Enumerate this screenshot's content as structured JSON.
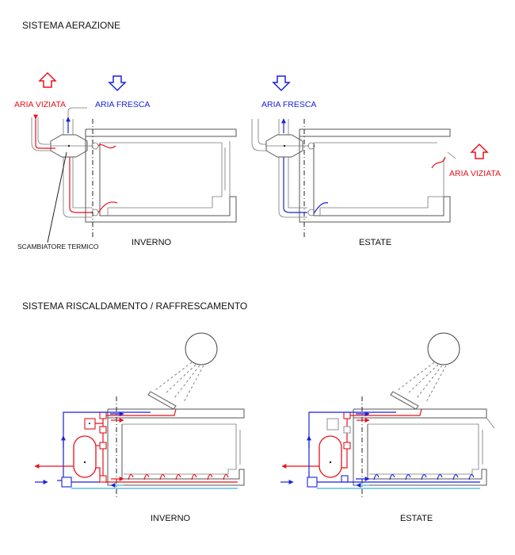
{
  "titles": {
    "aeration": "SISTEMA AERAZIONE",
    "heating": "SISTEMA RISCALDAMENTO / RAFFRESCAMENTO"
  },
  "aeration": {
    "winter": {
      "stale_air": "ARIA VIZIATA",
      "fresh_air": "ARIA FRESCA",
      "heat_exchanger": "SCAMBIATORE TERMICO",
      "caption": "INVERNO"
    },
    "summer": {
      "fresh_air": "ARIA FRESCA",
      "stale_air": "ARIA VIZIATA",
      "caption": "ESTATE"
    }
  },
  "heating": {
    "winter_caption": "INVERNO",
    "summer_caption": "ESTATE"
  },
  "colors": {
    "warm": "#e8121b",
    "cold": "#1a22d8",
    "return": "#3fb0d8",
    "wall": "#555555"
  }
}
